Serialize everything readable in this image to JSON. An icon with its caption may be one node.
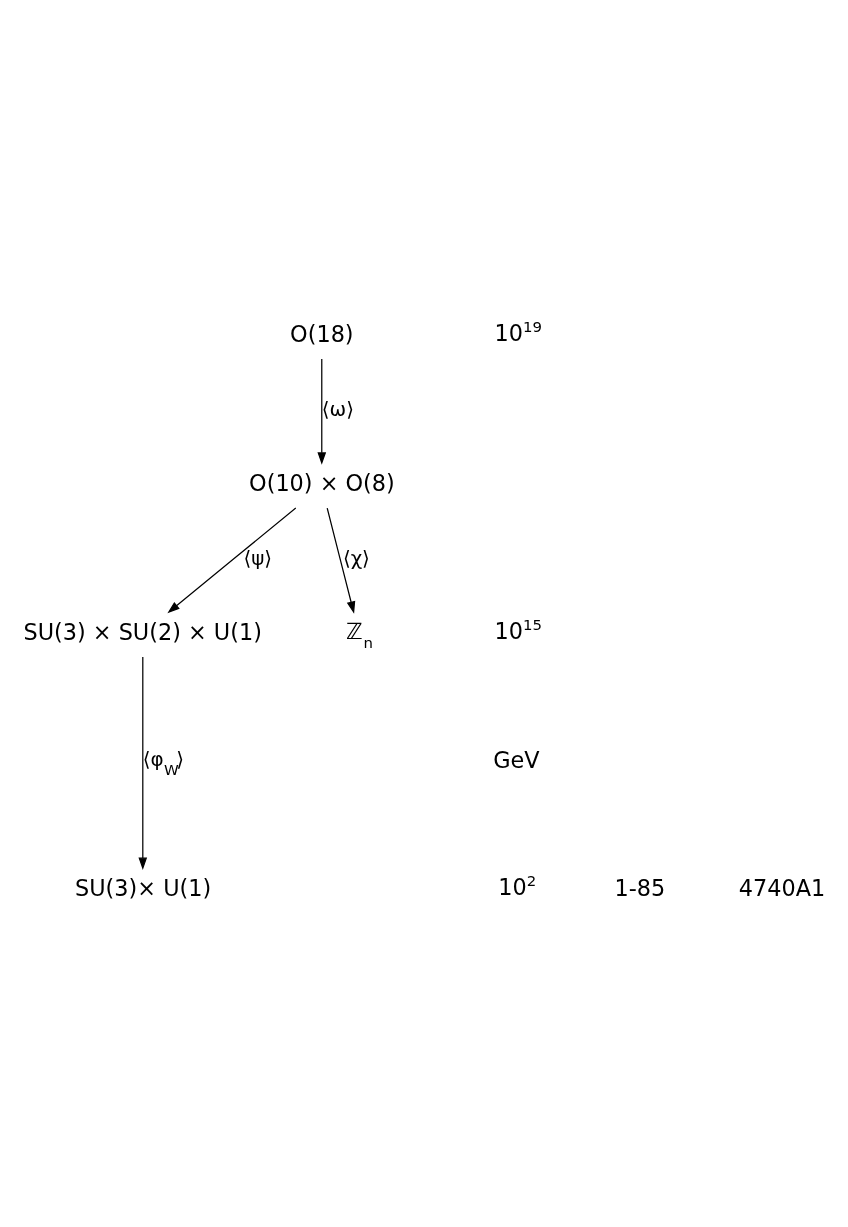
{
  "diagram": {
    "nodes": [
      {
        "text": [
          "O(18)"
        ]
      },
      {
        "text": [
          "O(10) × O(8)"
        ]
      },
      {
        "text": [
          "SU(3) × SU(2) × U(1)"
        ]
      },
      {
        "text": [
          "ℤ$_{n}$"
        ]
      },
      {
        "text": [
          "SU(3)× U(1)"
        ]
      }
    ],
    "edges": [
      {
        "from": 0,
        "to": 1,
        "arrow": "to",
        "label": "⟨ω⟩"
      },
      {
        "from": 1,
        "to": 2,
        "arrow": "to",
        "label": "⟨ψ⟩"
      },
      {
        "from": 1,
        "to": 3,
        "arrow": "to",
        "label": "⟨χ⟩"
      },
      {
        "from": 2,
        "to": 4,
        "arrow": "to",
        "label": "⟨φ$_{W}$⟩"
      }
    ],
    "labels": [
      "10$^{19}$",
      "10$^{15}$",
      "GeV",
      "10$^{2}$",
      "1-85",
      "4740A1"
    ]
  }
}
